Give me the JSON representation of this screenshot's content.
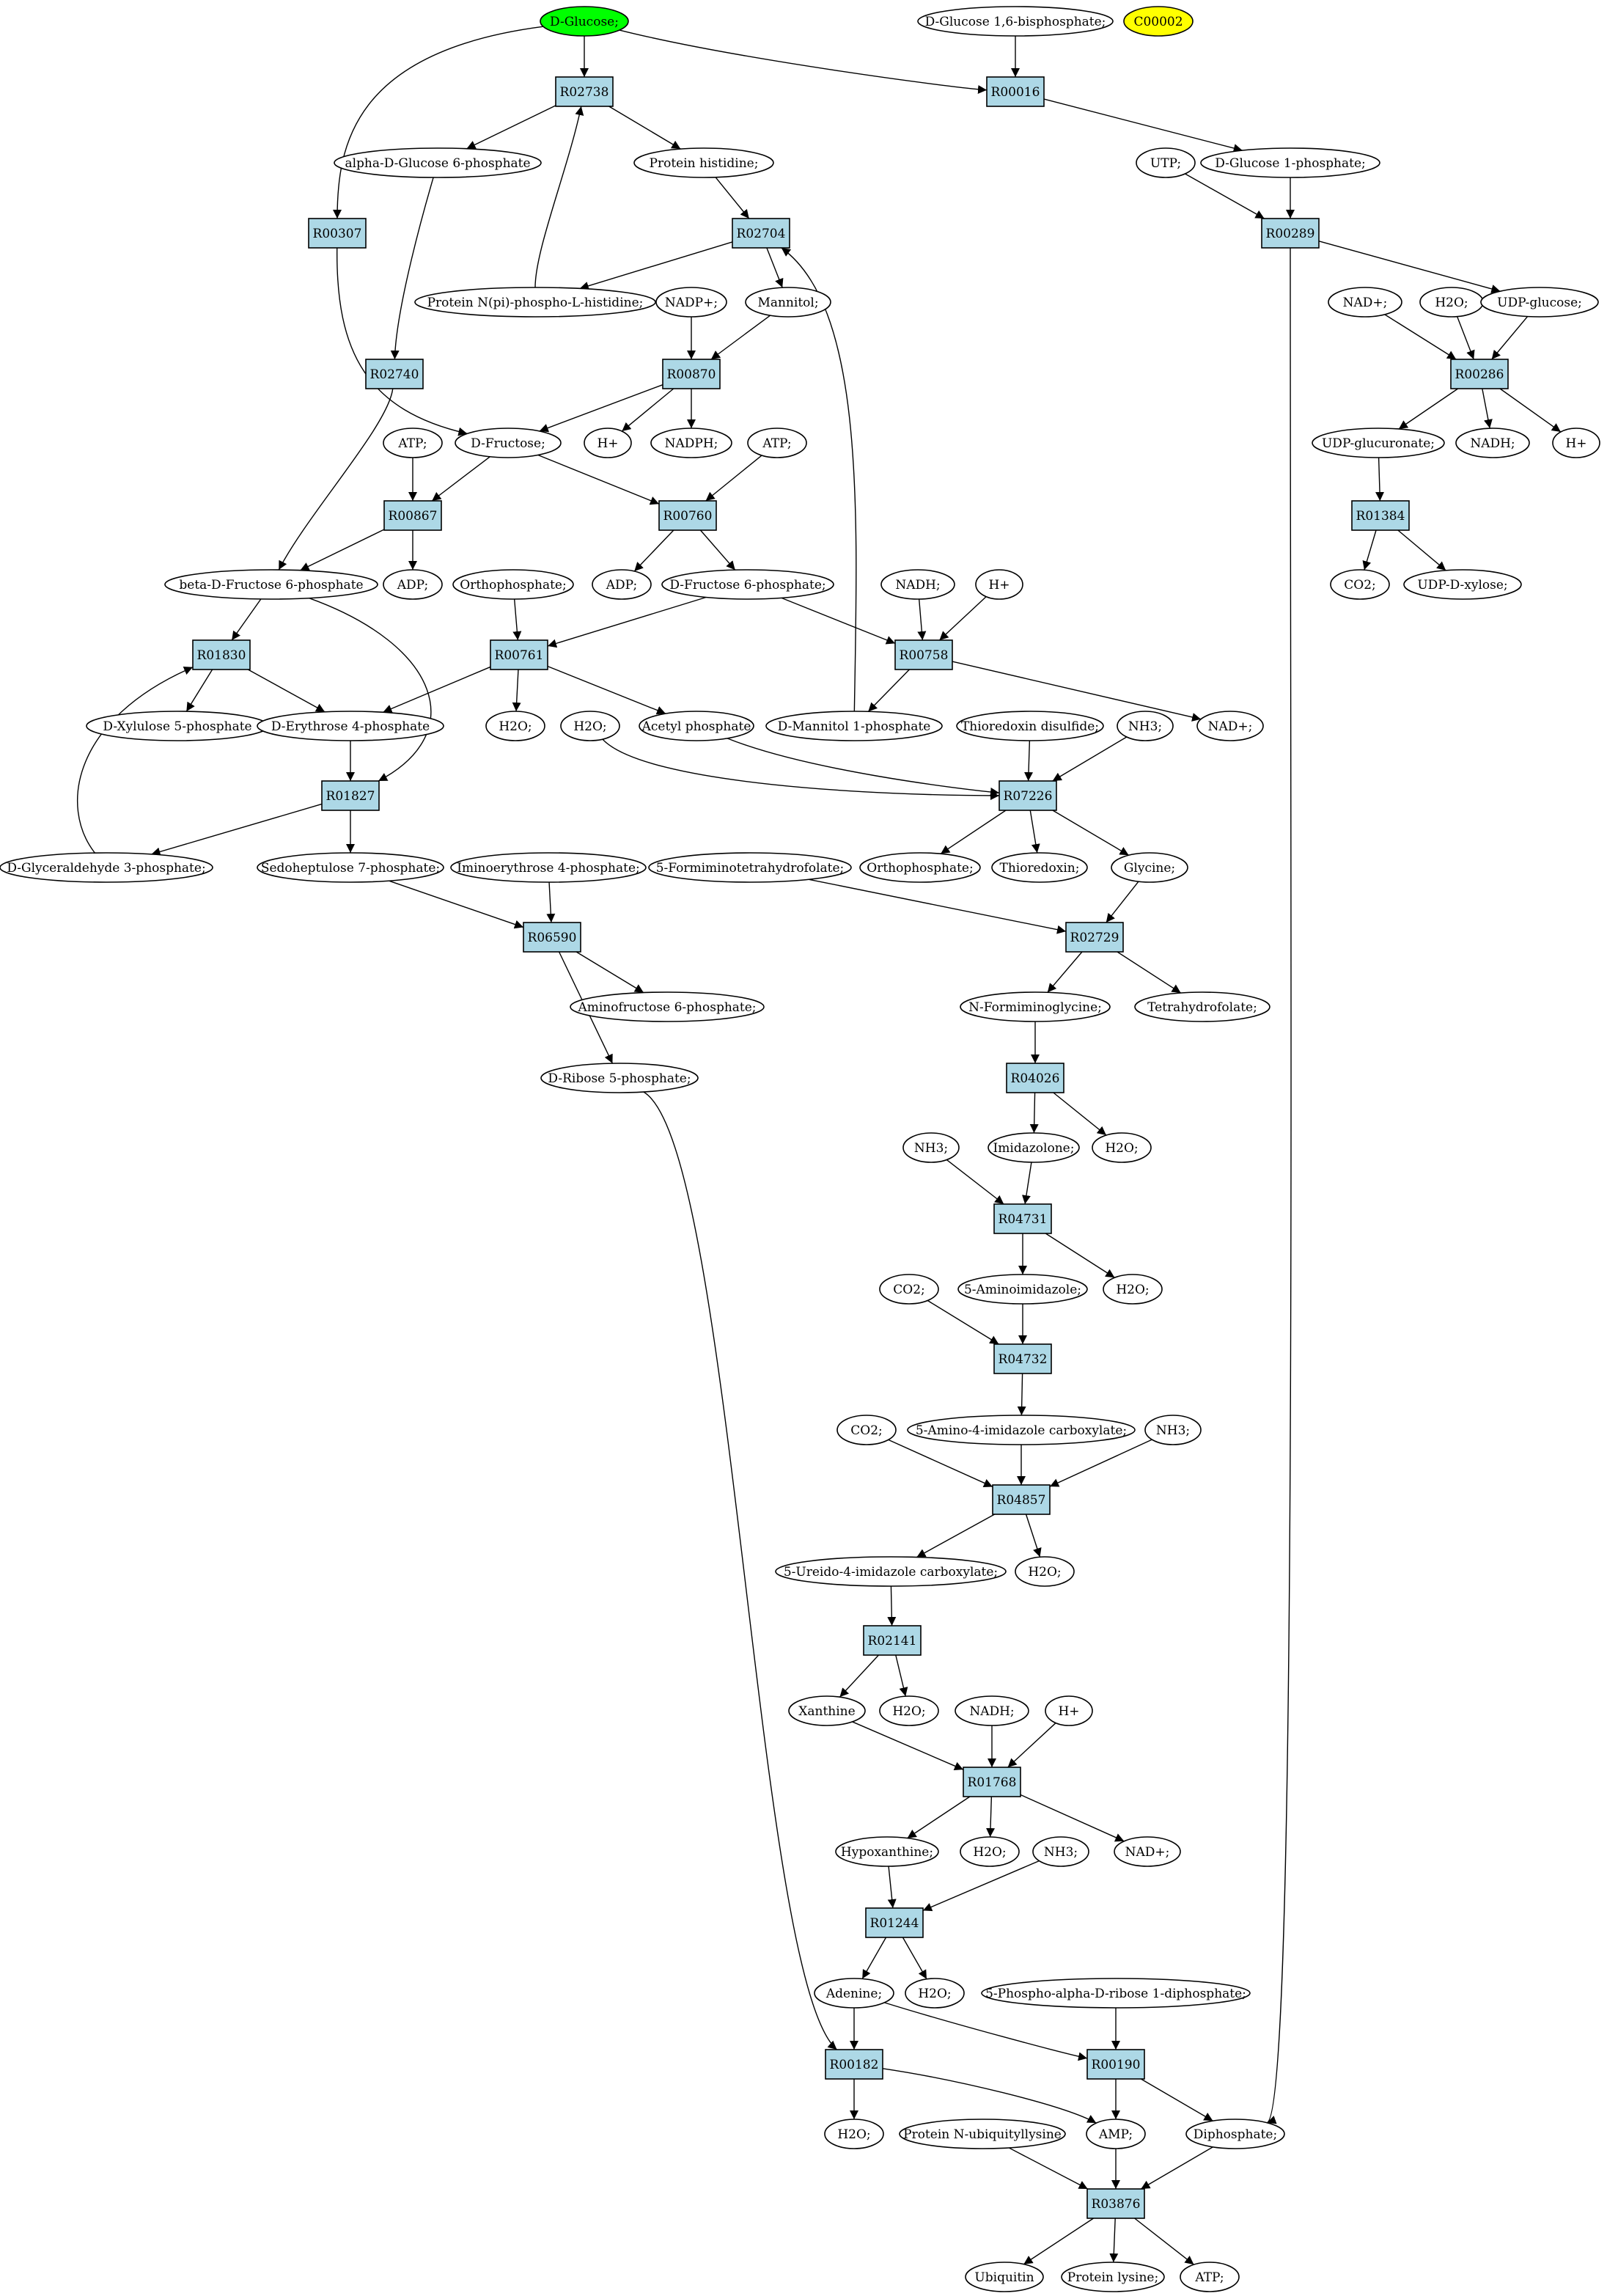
{
  "colors": {
    "compound_fill": "#ffffff",
    "reaction_fill": "#add8e6",
    "start_fill": "#00ff00",
    "target_fill": "#ffff00",
    "stroke": "#000000"
  },
  "compounds": [
    {
      "id": "c_glucose",
      "label": "D-Glucose;",
      "highlight": "start"
    },
    {
      "id": "c_g16bp",
      "label": "D-Glucose 1,6-bisphosphate;"
    },
    {
      "id": "c_c00002",
      "label": "C00002",
      "highlight": "target"
    },
    {
      "id": "c_ag6p",
      "label": "alpha-D-Glucose 6-phosphate"
    },
    {
      "id": "c_prothis",
      "label": "Protein histidine;"
    },
    {
      "id": "c_utp",
      "label": "UTP;"
    },
    {
      "id": "c_g1p",
      "label": "D-Glucose 1-phosphate;"
    },
    {
      "id": "c_protnpi",
      "label": "Protein N(pi)-phospho-L-histidine;"
    },
    {
      "id": "c_nadp",
      "label": "NADP+;"
    },
    {
      "id": "c_mannitol",
      "label": "Mannitol;"
    },
    {
      "id": "c_nad1",
      "label": "NAD+;"
    },
    {
      "id": "c_h2o1",
      "label": "H2O;"
    },
    {
      "id": "c_udpglc",
      "label": "UDP-glucose;"
    },
    {
      "id": "c_atp1",
      "label": "ATP;"
    },
    {
      "id": "c_fructose",
      "label": "D-Fructose;"
    },
    {
      "id": "c_hplus1",
      "label": "H+"
    },
    {
      "id": "c_nadph",
      "label": "NADPH;"
    },
    {
      "id": "c_atp2",
      "label": "ATP;"
    },
    {
      "id": "c_udpglcur",
      "label": "UDP-glucuronate;"
    },
    {
      "id": "c_nadh1",
      "label": "NADH;"
    },
    {
      "id": "c_hplus2",
      "label": "H+"
    },
    {
      "id": "c_bf6p",
      "label": "beta-D-Fructose 6-phosphate"
    },
    {
      "id": "c_adp1",
      "label": "ADP;"
    },
    {
      "id": "c_orthop1",
      "label": "Orthophosphate;"
    },
    {
      "id": "c_adp2",
      "label": "ADP;"
    },
    {
      "id": "c_df6p",
      "label": "D-Fructose 6-phosphate;"
    },
    {
      "id": "c_nadh2",
      "label": "NADH;"
    },
    {
      "id": "c_hplus3",
      "label": "H+"
    },
    {
      "id": "c_co2a",
      "label": "CO2;"
    },
    {
      "id": "c_udpxyl",
      "label": "UDP-D-xylose;"
    },
    {
      "id": "c_dx5p",
      "label": "D-Xylulose 5-phosphate"
    },
    {
      "id": "c_de4p",
      "label": "D-Erythrose 4-phosphate"
    },
    {
      "id": "c_h2o2",
      "label": "H2O;"
    },
    {
      "id": "c_h2o3",
      "label": "H2O;"
    },
    {
      "id": "c_acetp",
      "label": "Acetyl phosphate"
    },
    {
      "id": "c_dman1p",
      "label": "D-Mannitol 1-phosphate"
    },
    {
      "id": "c_thiodis",
      "label": "Thioredoxin disulfide;"
    },
    {
      "id": "c_nh3a",
      "label": "NH3;"
    },
    {
      "id": "c_nad2",
      "label": "NAD+;"
    },
    {
      "id": "c_g3p",
      "label": "D-Glyceraldehyde 3-phosphate;"
    },
    {
      "id": "c_s7p",
      "label": "Sedoheptulose 7-phosphate;"
    },
    {
      "id": "c_ie4p",
      "label": "Iminoerythrose 4-phosphate;"
    },
    {
      "id": "c_5fthf",
      "label": "5-Formiminotetrahydrofolate;"
    },
    {
      "id": "c_orthop2",
      "label": "Orthophosphate;"
    },
    {
      "id": "c_thio",
      "label": "Thioredoxin;"
    },
    {
      "id": "c_glycine",
      "label": "Glycine;"
    },
    {
      "id": "c_af6p",
      "label": "Aminofructose 6-phosphate;"
    },
    {
      "id": "c_nfgly",
      "label": "N-Formiminoglycine;"
    },
    {
      "id": "c_thf",
      "label": "Tetrahydrofolate;"
    },
    {
      "id": "c_r5p",
      "label": "D-Ribose 5-phosphate;"
    },
    {
      "id": "c_nh3b",
      "label": "NH3;"
    },
    {
      "id": "c_imidaz",
      "label": "Imidazolone;"
    },
    {
      "id": "c_h2o4",
      "label": "H2O;"
    },
    {
      "id": "c_co2b",
      "label": "CO2;"
    },
    {
      "id": "c_5aimid",
      "label": "5-Aminoimidazole;"
    },
    {
      "id": "c_h2o5",
      "label": "H2O;"
    },
    {
      "id": "c_co2c",
      "label": "CO2;"
    },
    {
      "id": "c_5a4icarb",
      "label": "5-Amino-4-imidazole carboxylate;"
    },
    {
      "id": "c_nh3c",
      "label": "NH3;"
    },
    {
      "id": "c_5u4icarb",
      "label": "5-Ureido-4-imidazole carboxylate;"
    },
    {
      "id": "c_h2o6",
      "label": "H2O;"
    },
    {
      "id": "c_xanthine",
      "label": "Xanthine"
    },
    {
      "id": "c_h2o7",
      "label": "H2O;"
    },
    {
      "id": "c_nadh3",
      "label": "NADH;"
    },
    {
      "id": "c_hplus4",
      "label": "H+"
    },
    {
      "id": "c_hypox",
      "label": "Hypoxanthine;"
    },
    {
      "id": "c_h2o8",
      "label": "H2O;"
    },
    {
      "id": "c_nh3d",
      "label": "NH3;"
    },
    {
      "id": "c_nad3",
      "label": "NAD+;"
    },
    {
      "id": "c_adenine",
      "label": "Adenine;"
    },
    {
      "id": "c_h2o9",
      "label": "H2O;"
    },
    {
      "id": "c_prpp",
      "label": "5-Phospho-alpha-D-ribose 1-diphosphate;"
    },
    {
      "id": "c_h2o10",
      "label": "H2O;"
    },
    {
      "id": "c_protubi",
      "label": "Protein N-ubiquityllysine"
    },
    {
      "id": "c_amp",
      "label": "AMP;"
    },
    {
      "id": "c_diphos",
      "label": "Diphosphate;"
    },
    {
      "id": "c_ubiq",
      "label": "Ubiquitin"
    },
    {
      "id": "c_protlys",
      "label": "Protein lysine;"
    },
    {
      "id": "c_atp3",
      "label": "ATP;"
    }
  ],
  "reactions": [
    {
      "id": "r_R02738",
      "label": "R02738"
    },
    {
      "id": "r_R00016",
      "label": "R00016"
    },
    {
      "id": "r_R00307",
      "label": "R00307"
    },
    {
      "id": "r_R02704",
      "label": "R02704"
    },
    {
      "id": "r_R00289",
      "label": "R00289"
    },
    {
      "id": "r_R02740",
      "label": "R02740"
    },
    {
      "id": "r_R00870",
      "label": "R00870"
    },
    {
      "id": "r_R00286",
      "label": "R00286"
    },
    {
      "id": "r_R00867",
      "label": "R00867"
    },
    {
      "id": "r_R00760",
      "label": "R00760"
    },
    {
      "id": "r_R01384",
      "label": "R01384"
    },
    {
      "id": "r_R01830",
      "label": "R01830"
    },
    {
      "id": "r_R00761",
      "label": "R00761"
    },
    {
      "id": "r_R00758",
      "label": "R00758"
    },
    {
      "id": "r_R01827",
      "label": "R01827"
    },
    {
      "id": "r_R07226",
      "label": "R07226"
    },
    {
      "id": "r_R06590",
      "label": "R06590"
    },
    {
      "id": "r_R02729",
      "label": "R02729"
    },
    {
      "id": "r_R04026",
      "label": "R04026"
    },
    {
      "id": "r_R04731",
      "label": "R04731"
    },
    {
      "id": "r_R04732",
      "label": "R04732"
    },
    {
      "id": "r_R04857",
      "label": "R04857"
    },
    {
      "id": "r_R02141",
      "label": "R02141"
    },
    {
      "id": "r_R01768",
      "label": "R01768"
    },
    {
      "id": "r_R01244",
      "label": "R01244"
    },
    {
      "id": "r_R00182",
      "label": "R00182"
    },
    {
      "id": "r_R00190",
      "label": "R00190"
    },
    {
      "id": "r_R03876",
      "label": "R03876"
    }
  ],
  "edges": [
    [
      "c_glucose",
      "r_R02738"
    ],
    [
      "c_glucose",
      "r_R00016"
    ],
    [
      "c_glucose",
      "r_R00307"
    ],
    [
      "c_g16bp",
      "r_R00016"
    ],
    [
      "r_R02738",
      "c_ag6p"
    ],
    [
      "r_R02738",
      "c_prothis"
    ],
    [
      "r_R00016",
      "c_g1p"
    ],
    [
      "c_protnpi",
      "r_R02738"
    ],
    [
      "c_prothis",
      "r_R02704"
    ],
    [
      "c_utp",
      "r_R00289"
    ],
    [
      "c_g1p",
      "r_R00289"
    ],
    [
      "r_R02704",
      "c_protnpi"
    ],
    [
      "r_R02704",
      "c_mannitol"
    ],
    [
      "c_ag6p",
      "r_R02740"
    ],
    [
      "r_R00289",
      "c_udpglc"
    ],
    [
      "r_R00289",
      "c_diphos"
    ],
    [
      "c_nadp",
      "r_R00870"
    ],
    [
      "c_mannitol",
      "r_R00870"
    ],
    [
      "c_nad1",
      "r_R00286"
    ],
    [
      "c_h2o1",
      "r_R00286"
    ],
    [
      "c_udpglc",
      "r_R00286"
    ],
    [
      "r_R00307",
      "c_fructose"
    ],
    [
      "r_R00870",
      "c_fructose"
    ],
    [
      "r_R00870",
      "c_hplus1"
    ],
    [
      "r_R00870",
      "c_nadph"
    ],
    [
      "r_R00286",
      "c_udpglcur"
    ],
    [
      "r_R00286",
      "c_nadh1"
    ],
    [
      "r_R00286",
      "c_hplus2"
    ],
    [
      "c_atp1",
      "r_R00867"
    ],
    [
      "c_fructose",
      "r_R00867"
    ],
    [
      "c_fructose",
      "r_R00760"
    ],
    [
      "c_atp2",
      "r_R00760"
    ],
    [
      "c_udpglcur",
      "r_R01384"
    ],
    [
      "r_R02740",
      "c_bf6p"
    ],
    [
      "r_R00867",
      "c_bf6p"
    ],
    [
      "r_R00867",
      "c_adp1"
    ],
    [
      "r_R00760",
      "c_adp2"
    ],
    [
      "r_R00760",
      "c_df6p"
    ],
    [
      "r_R01384",
      "c_co2a"
    ],
    [
      "r_R01384",
      "c_udpxyl"
    ],
    [
      "c_bf6p",
      "r_R01830"
    ],
    [
      "c_bf6p",
      "r_R01827"
    ],
    [
      "c_orthop1",
      "r_R00761"
    ],
    [
      "c_df6p",
      "r_R00761"
    ],
    [
      "c_df6p",
      "r_R00758"
    ],
    [
      "c_nadh2",
      "r_R00758"
    ],
    [
      "c_hplus3",
      "r_R00758"
    ],
    [
      "r_R01830",
      "c_dx5p"
    ],
    [
      "r_R01830",
      "c_de4p"
    ],
    [
      "r_R00761",
      "c_de4p"
    ],
    [
      "r_R00761",
      "c_h2o2"
    ],
    [
      "r_R00761",
      "c_acetp"
    ],
    [
      "r_R00758",
      "c_dman1p"
    ],
    [
      "r_R00758",
      "c_nad2"
    ],
    [
      "c_dman1p",
      "r_R02704"
    ],
    [
      "c_de4p",
      "r_R01827"
    ],
    [
      "c_h2o3",
      "r_R07226"
    ],
    [
      "c_acetp",
      "r_R07226"
    ],
    [
      "c_thiodis",
      "r_R07226"
    ],
    [
      "c_nh3a",
      "r_R07226"
    ],
    [
      "r_R01827",
      "c_g3p"
    ],
    [
      "r_R01827",
      "c_s7p"
    ],
    [
      "c_g3p",
      "r_R01830"
    ],
    [
      "c_s7p",
      "r_R06590"
    ],
    [
      "c_ie4p",
      "r_R06590"
    ],
    [
      "r_R07226",
      "c_orthop2"
    ],
    [
      "r_R07226",
      "c_thio"
    ],
    [
      "r_R07226",
      "c_glycine"
    ],
    [
      "c_5fthf",
      "r_R02729"
    ],
    [
      "c_glycine",
      "r_R02729"
    ],
    [
      "r_R06590",
      "c_af6p"
    ],
    [
      "r_R06590",
      "c_r5p"
    ],
    [
      "r_R02729",
      "c_nfgly"
    ],
    [
      "r_R02729",
      "c_thf"
    ],
    [
      "c_nfgly",
      "r_R04026"
    ],
    [
      "r_R04026",
      "c_imidaz"
    ],
    [
      "r_R04026",
      "c_h2o4"
    ],
    [
      "c_nh3b",
      "r_R04731"
    ],
    [
      "c_imidaz",
      "r_R04731"
    ],
    [
      "r_R04731",
      "c_5aimid"
    ],
    [
      "r_R04731",
      "c_h2o5"
    ],
    [
      "c_co2b",
      "r_R04732"
    ],
    [
      "c_5aimid",
      "r_R04732"
    ],
    [
      "r_R04732",
      "c_5a4icarb"
    ],
    [
      "c_co2c",
      "r_R04857"
    ],
    [
      "c_5a4icarb",
      "r_R04857"
    ],
    [
      "c_nh3c",
      "r_R04857"
    ],
    [
      "r_R04857",
      "c_5u4icarb"
    ],
    [
      "r_R04857",
      "c_h2o6"
    ],
    [
      "c_5u4icarb",
      "r_R02141"
    ],
    [
      "r_R02141",
      "c_xanthine"
    ],
    [
      "r_R02141",
      "c_h2o7"
    ],
    [
      "c_xanthine",
      "r_R01768"
    ],
    [
      "c_nadh3",
      "r_R01768"
    ],
    [
      "c_hplus4",
      "r_R01768"
    ],
    [
      "r_R01768",
      "c_hypox"
    ],
    [
      "r_R01768",
      "c_h2o8"
    ],
    [
      "r_R01768",
      "c_nad3"
    ],
    [
      "c_hypox",
      "r_R01244"
    ],
    [
      "c_nh3d",
      "r_R01244"
    ],
    [
      "r_R01244",
      "c_adenine"
    ],
    [
      "r_R01244",
      "c_h2o9"
    ],
    [
      "c_adenine",
      "r_R00182"
    ],
    [
      "c_r5p",
      "r_R00182"
    ],
    [
      "c_adenine",
      "r_R00190"
    ],
    [
      "c_prpp",
      "r_R00190"
    ],
    [
      "r_R00182",
      "c_h2o10"
    ],
    [
      "r_R00182",
      "c_amp"
    ],
    [
      "r_R00190",
      "c_amp"
    ],
    [
      "r_R00190",
      "c_diphos"
    ],
    [
      "c_protubi",
      "r_R03876"
    ],
    [
      "c_amp",
      "r_R03876"
    ],
    [
      "c_diphos",
      "r_R03876"
    ],
    [
      "r_R03876",
      "c_ubiq"
    ],
    [
      "r_R03876",
      "c_protlys"
    ],
    [
      "r_R03876",
      "c_atp3"
    ]
  ]
}
